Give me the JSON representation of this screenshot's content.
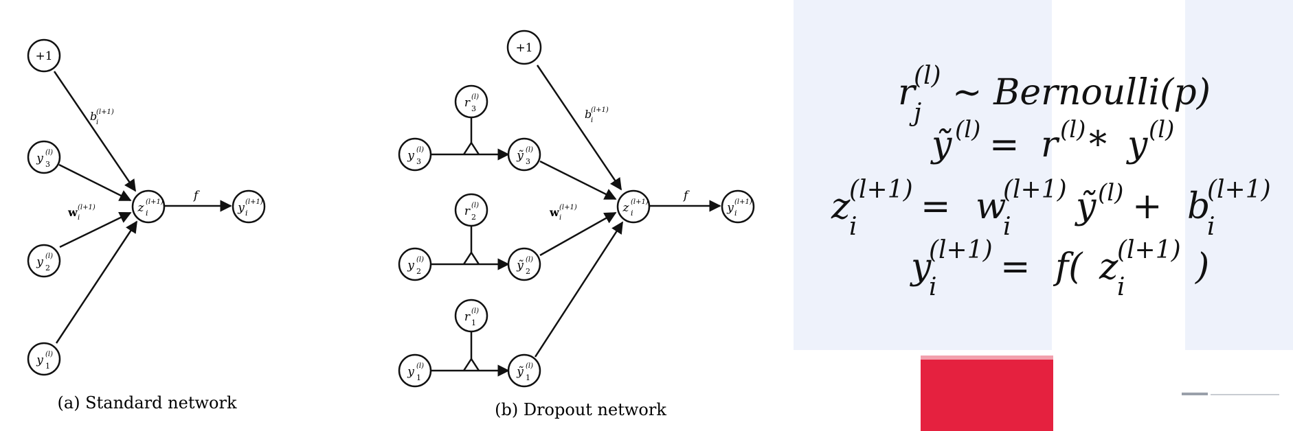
{
  "left_diagram": {
    "caption": "(a) Standard network",
    "bias_label": "+1",
    "weight_label_bias_base": "b",
    "weight_label_bias_sub": "i",
    "weight_label_bias_sup": "(l+1)",
    "weight_label_w_base": "w",
    "weight_label_w_sub": "i",
    "weight_label_w_sup": "(l+1)",
    "activation_label": "f",
    "nodes": [
      {
        "base": "y",
        "sub": "3",
        "sup": "(l)"
      },
      {
        "base": "y",
        "sub": "2",
        "sup": "(l)"
      },
      {
        "base": "y",
        "sub": "1",
        "sup": "(l)"
      }
    ],
    "sum_node": {
      "base": "z",
      "sub": "i",
      "sup": "(l+1)"
    },
    "output_node": {
      "base": "y",
      "sub": "i",
      "sup": "(l+1)"
    }
  },
  "right_diagram": {
    "caption": "(b) Dropout network",
    "bias_label": "+1",
    "weight_label_bias_base": "b",
    "weight_label_bias_sub": "i",
    "weight_label_bias_sup": "(l+1)",
    "weight_label_w_base": "w",
    "weight_label_w_sub": "i",
    "weight_label_w_sup": "(l+1)",
    "activation_label": "f",
    "input_nodes": [
      {
        "base": "y",
        "sub": "3",
        "sup": "(l)"
      },
      {
        "base": "y",
        "sub": "2",
        "sup": "(l)"
      },
      {
        "base": "y",
        "sub": "1",
        "sup": "(l)"
      }
    ],
    "mask_nodes": [
      {
        "base": "r",
        "sub": "3",
        "sup": "(l)"
      },
      {
        "base": "r",
        "sub": "2",
        "sup": "(l)"
      },
      {
        "base": "r",
        "sub": "1",
        "sup": "(l)"
      }
    ],
    "thinned_nodes": [
      {
        "base": "ỹ",
        "sub": "3",
        "sup": "(l)"
      },
      {
        "base": "ỹ",
        "sub": "2",
        "sup": "(l)"
      },
      {
        "base": "ỹ",
        "sub": "1",
        "sup": "(l)"
      }
    ],
    "sum_node": {
      "base": "z",
      "sub": "i",
      "sup": "(l+1)"
    },
    "output_node": {
      "base": "y",
      "sub": "i",
      "sup": "(l+1)"
    }
  },
  "equations": {
    "line1": {
      "lhs_base": "r",
      "lhs_sub": "j",
      "lhs_sup": "(l)",
      "rest": " ~ Bernoulli(p)"
    },
    "line2": {
      "lhs_base": "ỹ",
      "lhs_sup": "(l)",
      "op": " = ",
      "rhs_a": "r",
      "rhs_a_sup": "(l)",
      "mult": " * ",
      "rhs_b": "y",
      "rhs_b_sup": "(l)"
    },
    "line3": {
      "lhs_base": "z",
      "lhs_sub": "i",
      "lhs_sup": "(l+1)",
      "op": " = ",
      "w_base": "w",
      "w_sub": "i",
      "w_sup": "(l+1)",
      "y_base": "ỹ",
      "y_sup": "(l)",
      "plus": " + ",
      "b_base": "b",
      "b_sub": "i",
      "b_sup": "(l+1)"
    },
    "line4": {
      "lhs_base": "y",
      "lhs_sub": "i",
      "lhs_sup": "(l+1)",
      "op": " = ",
      "f": "f(",
      "z_base": "z",
      "z_sub": "i",
      "z_sup": "(l+1)",
      "close": ")"
    }
  },
  "colors": {
    "panel_bg": "#eef2fb",
    "red_block": "#e5213f",
    "stroke": "#111111"
  }
}
